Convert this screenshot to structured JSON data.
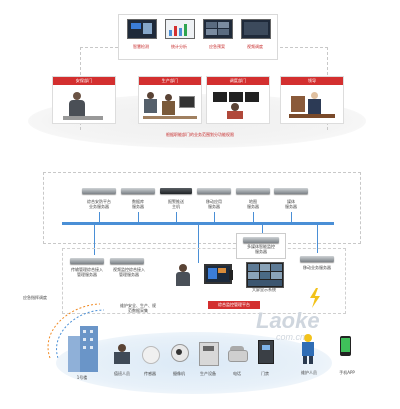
{
  "top_screens": [
    {
      "label": "智慧检测"
    },
    {
      "label": "统计分析"
    },
    {
      "label": "应急预案"
    },
    {
      "label": "视频调度"
    }
  ],
  "departments": [
    {
      "label": "安保部门"
    },
    {
      "label": "生产部门"
    },
    {
      "label": "调度部门"
    },
    {
      "label": "领导"
    }
  ],
  "department_caption": "根据职能部门的业务范围划分功能权限",
  "servers": [
    {
      "label": "综合安防平台\n业务服务器"
    },
    {
      "label": "数据库\n服务器"
    },
    {
      "label": "报警推送\n主机"
    },
    {
      "label": "移动应用\n服务器"
    },
    {
      "label": "地图\n服务器"
    },
    {
      "label": "媒体\n服务器"
    }
  ],
  "lower_servers": [
    {
      "label": "传输管理综合接入\n管理服务器"
    },
    {
      "label": "视频监控综合接入\n管理服务器"
    }
  ],
  "center_box_label": "多媒体智能监控\n服务器",
  "right_server_label": "移动业务服务器",
  "platform_button": "综合监控管理平台",
  "left_annotation": "应急指挥调度",
  "mid_annotation": "维护安全、生产、规\n范数据采集",
  "screen_wall_label": "大屏显示系统",
  "building_label": "1号楼",
  "devices": [
    {
      "label": "值班人员"
    },
    {
      "label": "传感器"
    },
    {
      "label": "摄像机"
    },
    {
      "label": "生产设备"
    },
    {
      "label": "电话"
    },
    {
      "label": "门禁"
    }
  ],
  "maintenance_label": "维护人员",
  "phone_app_label": "手机APP",
  "watermark": {
    "main": "Laoke",
    "sub": "com.cn"
  },
  "colors": {
    "accent_red": "#d32f2f",
    "bus_blue": "#4a8fd6"
  }
}
